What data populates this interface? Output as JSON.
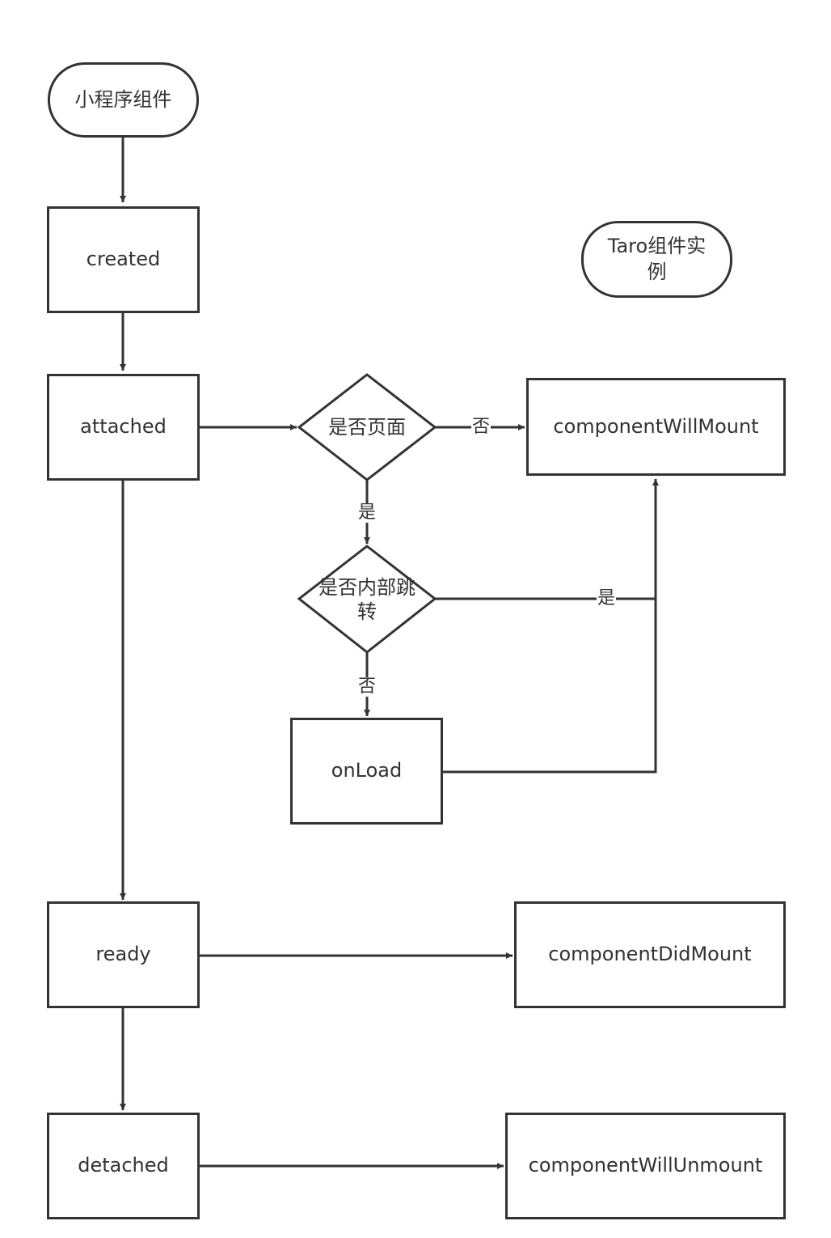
{
  "nodes": {
    "miniprogram_component": "小程序组件",
    "taro_instance": "Taro组件实例",
    "created": "created",
    "attached": "attached",
    "is_page": "是否页面",
    "is_internal_jump": "是否内部跳转",
    "component_will_mount": "componentWillMount",
    "onload": "onLoad",
    "ready": "ready",
    "component_did_mount": "componentDidMount",
    "detached": "detached",
    "component_will_unmount": "componentWillUnmount"
  },
  "edges": {
    "is_page_no": "否",
    "is_page_yes": "是",
    "internal_jump_yes": "是",
    "internal_jump_no": "否"
  },
  "colors": {
    "stroke": "#333333",
    "background": "#ffffff"
  }
}
